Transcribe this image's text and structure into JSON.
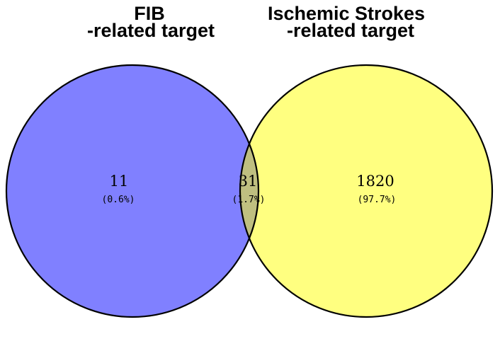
{
  "sets": {
    "fib": {
      "title_line1": "FIB",
      "title_line2": "-related target",
      "color": "#8080FF"
    },
    "ischemic": {
      "title_line1": "Ischemic Strokes",
      "title_line2": "-related target",
      "color": "#FFFF80"
    },
    "overlap_color": "#BFBF80"
  },
  "regions": {
    "fib_only": {
      "count": "11",
      "percent": "(0.6%)"
    },
    "both": {
      "count": "31",
      "percent": "(1.7%)"
    },
    "ischemic_only": {
      "count": "1820",
      "percent": "(97.7%)"
    }
  }
}
